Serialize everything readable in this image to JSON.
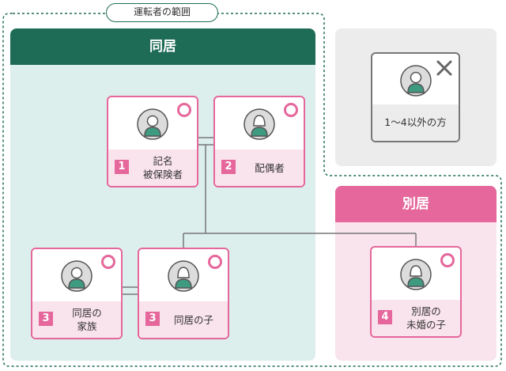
{
  "scope_label": "運転者の範囲",
  "cohabiting": {
    "title": "同居"
  },
  "separate": {
    "title": "別居"
  },
  "cards": {
    "insured": {
      "num": "1",
      "line1": "記名",
      "line2": "被保険者",
      "mark": "circle"
    },
    "spouse": {
      "num": "2",
      "line1": "配偶者",
      "line2": "",
      "mark": "circle"
    },
    "family": {
      "num": "3",
      "line1": "同居の",
      "line2": "家族",
      "mark": "circle"
    },
    "child": {
      "num": "3",
      "line1": "同居の子",
      "line2": "",
      "mark": "circle"
    },
    "unmarried_child": {
      "num": "4",
      "line1": "別居の",
      "line2": "未婚の子",
      "mark": "circle"
    }
  },
  "other": {
    "label": "1～4以外の方",
    "mark": "cross"
  },
  "colors": {
    "green_dark": "#1e6b56",
    "green_light": "#dcefed",
    "pink": "#e5679b",
    "pink_light": "#f9e3ec",
    "gray_panel": "#ececec",
    "avatar_body": "#3e9b80"
  }
}
